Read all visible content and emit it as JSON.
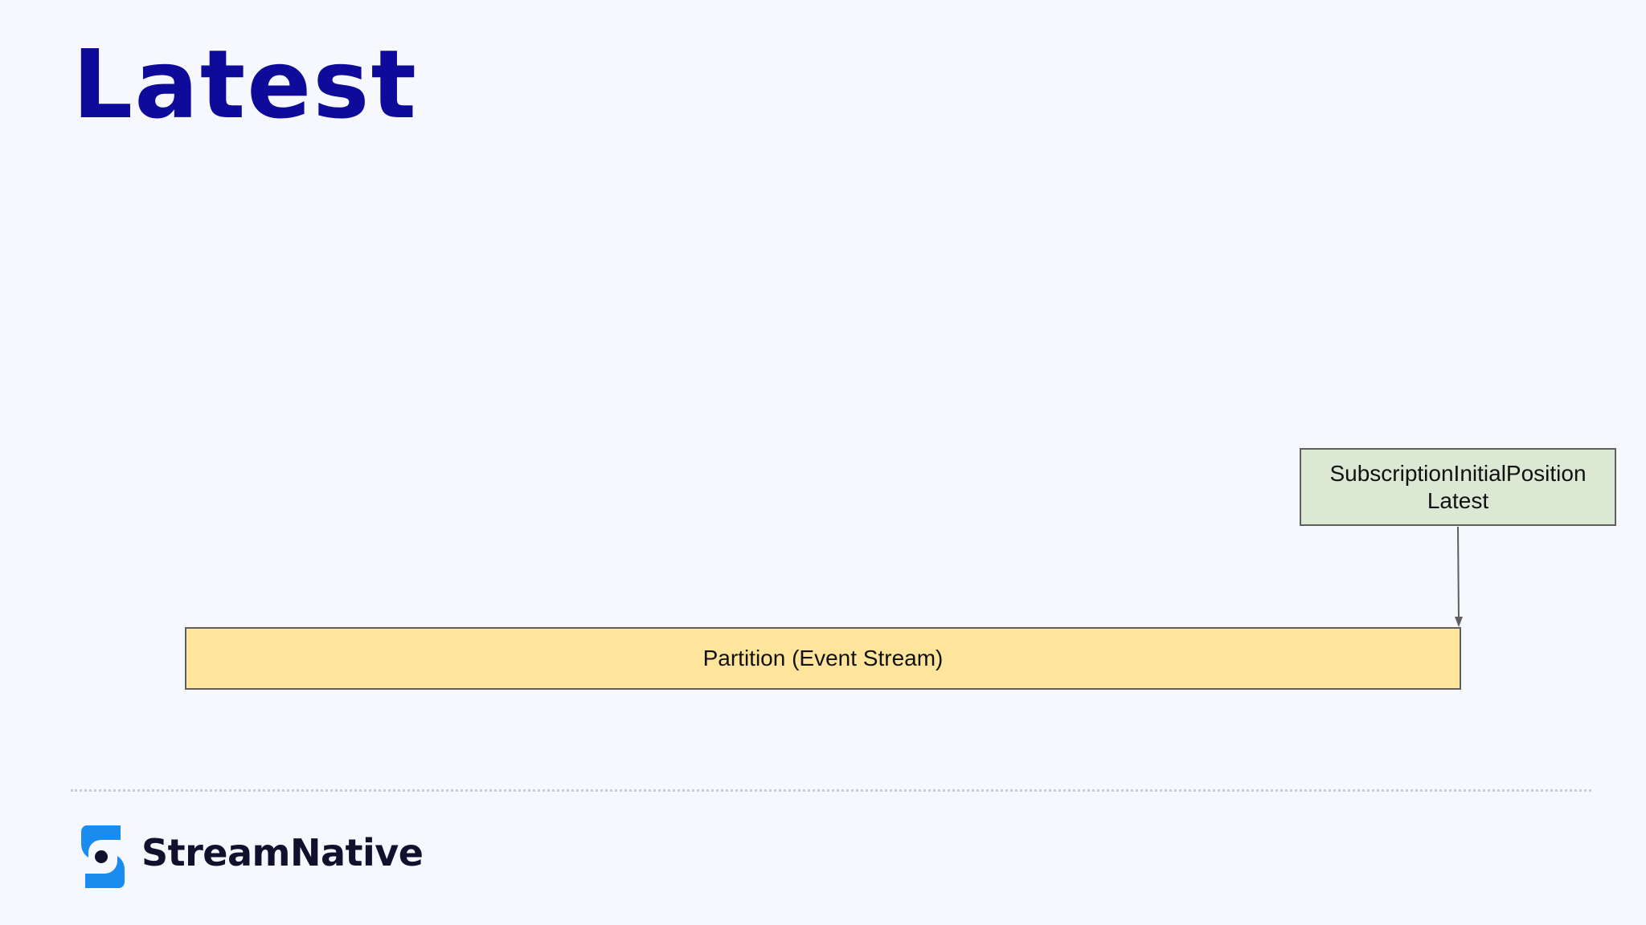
{
  "slide": {
    "title": "Latest"
  },
  "diagram": {
    "position_box": {
      "line1": "SubscriptionInitialPosition",
      "line2": "Latest",
      "fill": "#dae8d4"
    },
    "partition_box": {
      "label": "Partition (Event Stream)",
      "fill": "#ffe49c"
    },
    "arrow_color": "#5f5f5f"
  },
  "footer": {
    "brand": "StreamNative",
    "logo_icon": "streamnative-logo-icon",
    "brand_color": "#1a8cf0"
  },
  "colors": {
    "title": "#0e0a9a",
    "background": "#f6f8fd"
  }
}
